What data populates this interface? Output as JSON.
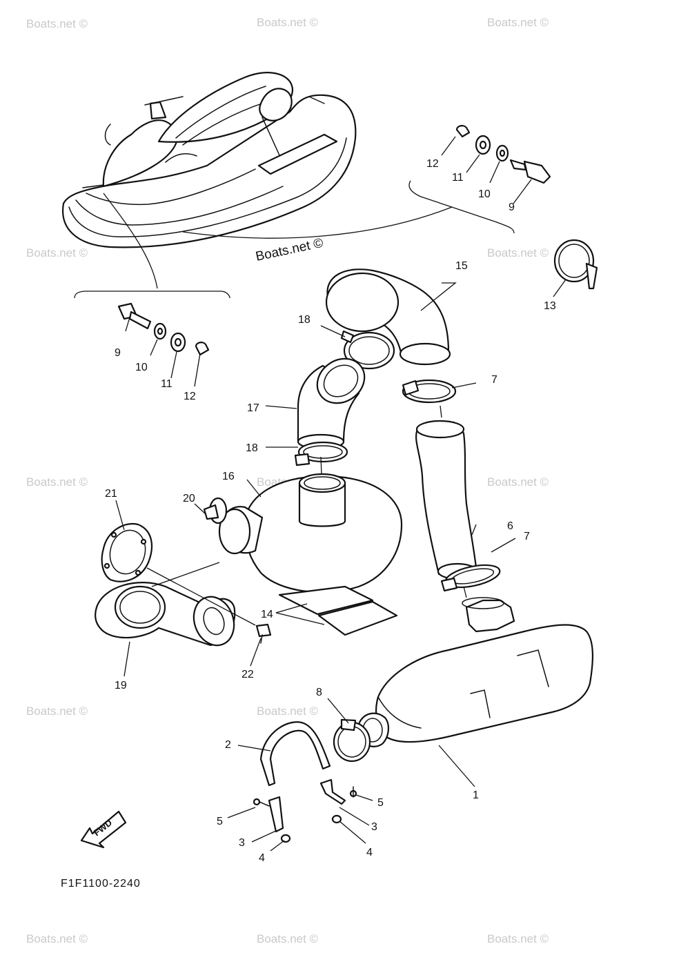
{
  "watermark": "Boats.net ©",
  "credit": "Boats.net ©",
  "drawing_code": "F1F1100-2240",
  "fwd_label": "FWD",
  "callouts": [
    {
      "id": "c1",
      "text": "1"
    },
    {
      "id": "c2",
      "text": "2"
    },
    {
      "id": "c3a",
      "text": "3"
    },
    {
      "id": "c3b",
      "text": "3"
    },
    {
      "id": "c4a",
      "text": "4"
    },
    {
      "id": "c4b",
      "text": "4"
    },
    {
      "id": "c5a",
      "text": "5"
    },
    {
      "id": "c5b",
      "text": "5"
    },
    {
      "id": "c6",
      "text": "6"
    },
    {
      "id": "c7a",
      "text": "7"
    },
    {
      "id": "c7b",
      "text": "7"
    },
    {
      "id": "c8",
      "text": "8"
    },
    {
      "id": "c9a",
      "text": "9"
    },
    {
      "id": "c9b",
      "text": "9"
    },
    {
      "id": "c10a",
      "text": "10"
    },
    {
      "id": "c10b",
      "text": "10"
    },
    {
      "id": "c11a",
      "text": "11"
    },
    {
      "id": "c11b",
      "text": "11"
    },
    {
      "id": "c12a",
      "text": "12"
    },
    {
      "id": "c12b",
      "text": "12"
    },
    {
      "id": "c13",
      "text": "13"
    },
    {
      "id": "c14",
      "text": "14"
    },
    {
      "id": "c15",
      "text": "15"
    },
    {
      "id": "c16",
      "text": "16"
    },
    {
      "id": "c17",
      "text": "17"
    },
    {
      "id": "c18a",
      "text": "18"
    },
    {
      "id": "c18b",
      "text": "18"
    },
    {
      "id": "c19",
      "text": "19"
    },
    {
      "id": "c20",
      "text": "20"
    },
    {
      "id": "c21",
      "text": "21"
    },
    {
      "id": "c22",
      "text": "22"
    }
  ]
}
